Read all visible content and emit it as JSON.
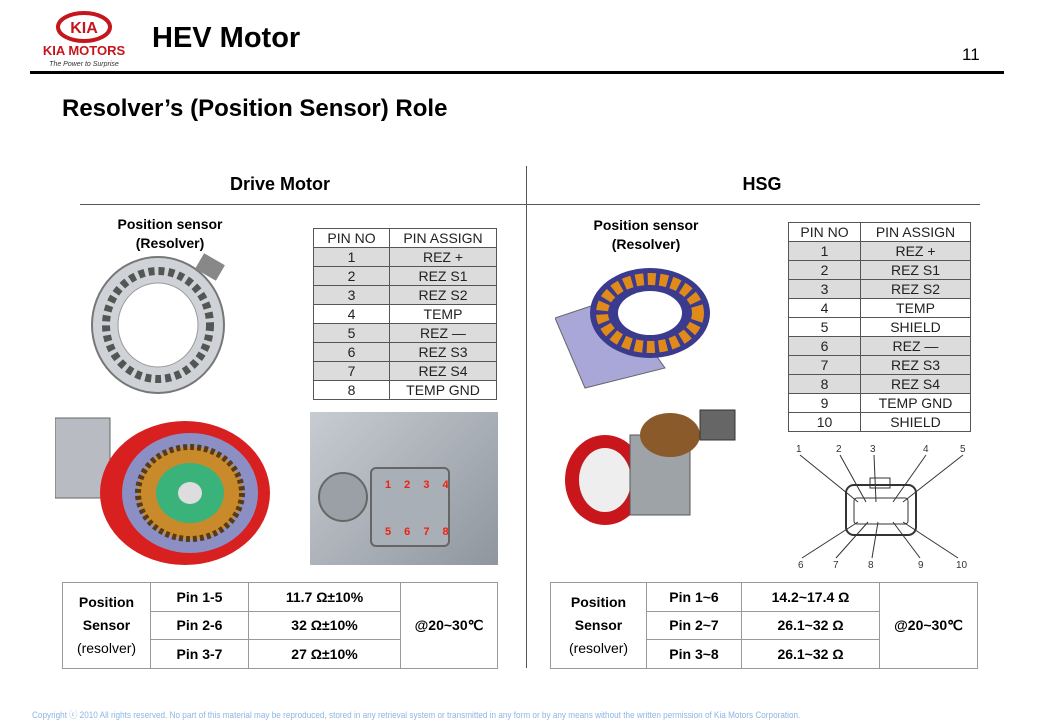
{
  "header": {
    "logo_text": "KIA MOTORS",
    "logo_tagline": "The Power to Surprise",
    "title": "HEV Motor",
    "page_number": "11"
  },
  "subtitle": "Resolver’s (Position Sensor) Role",
  "drive_motor": {
    "heading": "Drive Motor",
    "sensor_label_1": "Position sensor",
    "sensor_label_2": "(Resolver)",
    "pin_table": {
      "headers": [
        "PIN NO",
        "PIN ASSIGN"
      ],
      "rows": [
        [
          "1",
          "REZ +"
        ],
        [
          "2",
          "REZ S1"
        ],
        [
          "3",
          "REZ S2"
        ],
        [
          "4",
          "TEMP"
        ],
        [
          "5",
          "REZ —"
        ],
        [
          "6",
          "REZ S3"
        ],
        [
          "7",
          "REZ S4"
        ],
        [
          "8",
          "TEMP GND"
        ]
      ]
    },
    "connector_numbers_top": "1 2 3 4",
    "connector_numbers_bottom": "5 6 7 8",
    "resistance": {
      "label": [
        "Position",
        "Sensor",
        "(resolver)"
      ],
      "rows": [
        [
          "Pin 1-5",
          "11.7 Ω±10%"
        ],
        [
          "Pin 2-6",
          "32 Ω±10%"
        ],
        [
          "Pin 3-7",
          "27 Ω±10%"
        ]
      ],
      "condition": "@20~30℃"
    }
  },
  "hsg": {
    "heading": "HSG",
    "sensor_label_1": "Position sensor",
    "sensor_label_2": "(Resolver)",
    "pin_table": {
      "headers": [
        "PIN NO",
        "PIN ASSIGN"
      ],
      "rows": [
        [
          "1",
          "REZ +"
        ],
        [
          "2",
          "REZ S1"
        ],
        [
          "3",
          "REZ S2"
        ],
        [
          "4",
          "TEMP"
        ],
        [
          "5",
          "SHIELD"
        ],
        [
          "6",
          "REZ —"
        ],
        [
          "7",
          "REZ S3"
        ],
        [
          "8",
          "REZ S4"
        ],
        [
          "9",
          "TEMP GND"
        ],
        [
          "10",
          "SHIELD"
        ]
      ]
    },
    "diagram_numbers": [
      "1",
      "2",
      "3",
      "4",
      "5",
      "6",
      "7",
      "8",
      "9",
      "10"
    ],
    "resistance": {
      "label": [
        "Position",
        "Sensor",
        "(resolver)"
      ],
      "rows": [
        [
          "Pin 1~6",
          "14.2~17.4 Ω"
        ],
        [
          "Pin 2~7",
          "26.1~32 Ω"
        ],
        [
          "Pin 3~8",
          "26.1~32 Ω"
        ]
      ],
      "condition": "@20~30℃"
    }
  },
  "footer": "Copyright ⓒ 2010 All rights reserved. No part of this material may be reproduced, stored in any retrieval system or transmitted in any form or by any means without the written permission of Kia Motors Corporation.",
  "colors": {
    "kia_red": "#c4161c",
    "table_gray": "#dcdcdc",
    "footer_blue": "#8fb4e3"
  }
}
